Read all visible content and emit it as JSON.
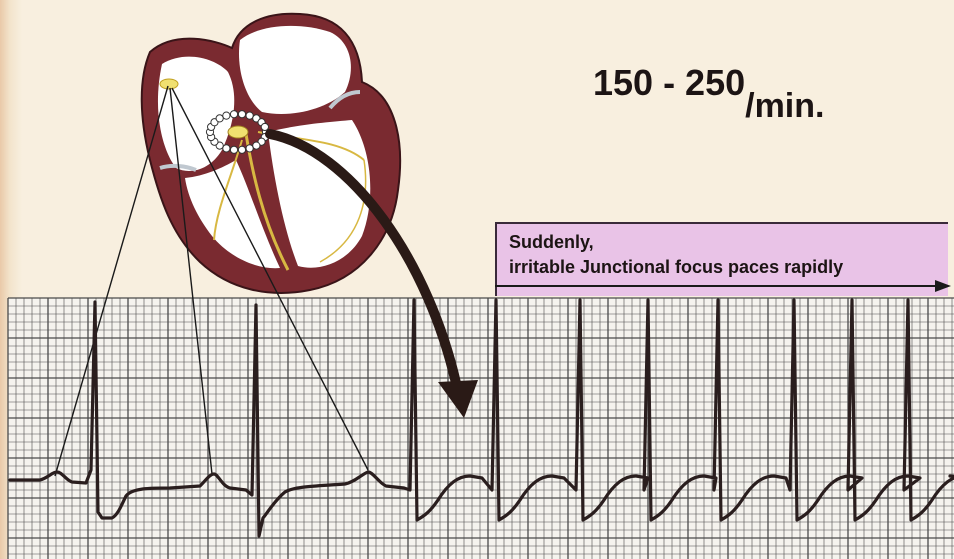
{
  "rate": {
    "value": "150 - 250",
    "unit": "/min."
  },
  "banner": {
    "line1": "Suddenly,",
    "line2": "irritable Junctional focus paces rapidly"
  },
  "colors": {
    "myocardium": "#7a2a30",
    "chamber": "#ffffff",
    "conduction": "#d8b842",
    "banner": "#e9c3e7",
    "paper": "#f8efdf",
    "grid": "#4a4a4a",
    "trace": "#2a1e1e"
  }
}
